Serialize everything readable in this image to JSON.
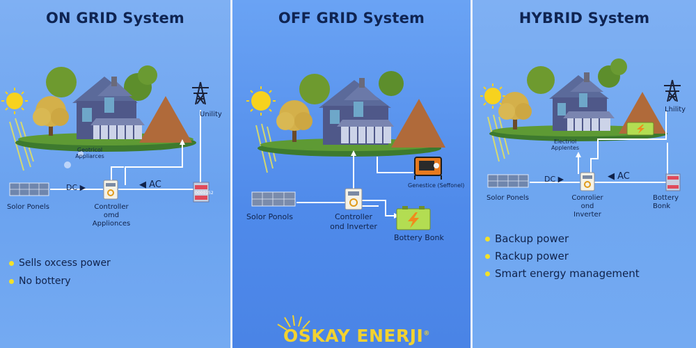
{
  "panels": {
    "on_grid": {
      "title": "ON GRID System",
      "labels": {
        "utility": "Unility",
        "appliances": "Geotricol Appliarces",
        "panels": "Solor Ponels",
        "controller": "Controller omd Applionces",
        "dc": "DC ▶",
        "ac": "◀ AC",
        "meter": "0000152"
      },
      "bullets": [
        "Sells oxcess power",
        "No bottery"
      ]
    },
    "off_grid": {
      "title": "OFF GRID System",
      "labels": {
        "generator": "Genestice (Seffonel)",
        "panels": "Solor Ponols",
        "controller": "Controller ond Inverter",
        "battery": "Bottery Bonk"
      }
    },
    "hybrid": {
      "title": "HYBRID System",
      "labels": {
        "utility": "Lhility",
        "appliances": "Electriol Applentes",
        "panels": "Solor Ponels",
        "controller": "Conrolier ond Inverter",
        "battery": "Bottery Bonk",
        "dc": "DC ▶",
        "ac": "◀ AC"
      },
      "bullets": [
        "Backup power",
        "Rackup power",
        "Smart energy management"
      ]
    }
  },
  "brand": {
    "name": "OSKAY ENERJI",
    "mark": "®"
  },
  "colors": {
    "title_text": "#0f2452",
    "bullet_dot": "#f3e12a",
    "brand": "#f2d230",
    "house_roof": "#5b6a9a",
    "house_wall": "#4f5889",
    "battery": "#b3dd52",
    "bolt": "#f08a1c"
  }
}
